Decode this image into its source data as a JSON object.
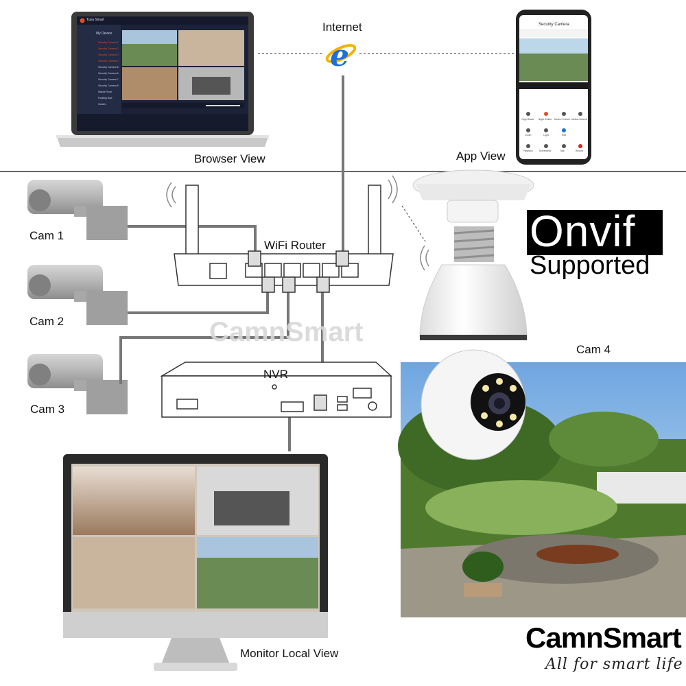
{
  "labels": {
    "internet": "Internet",
    "browser_view": "Browser View",
    "app_view": "App View",
    "cam1": "Cam 1",
    "cam2": "Cam 2",
    "cam3": "Cam 3",
    "cam4": "Cam 4",
    "wifi_router": "WiFi Router",
    "nvr": "NVR",
    "monitor_local_view": "Monitor Local View"
  },
  "badge": {
    "title": "Onvif",
    "subtitle": "Supported"
  },
  "brand": {
    "name": "CamnSmart",
    "tagline": "All for smart life",
    "watermark": "CamnSmart"
  },
  "browser_screen": {
    "app_name": "Tuya Smart",
    "menu_header": "My Device",
    "menu_items": [
      "Security Camera 1",
      "Security Camera 2",
      "Security Camera 3",
      "Security Camera 4",
      "Security Camera 5",
      "Security Camera 6",
      "Security Camera 7",
      "Security Camera 8",
      "Nature Scan",
      "Floating Nad",
      "Garden"
    ]
  },
  "phone_screen": {
    "title": "Security Camera",
    "controls": [
      "Night Mode",
      "Night Switch",
      "Motion Tracking",
      "Motion Detection",
      "Zoom",
      "Light",
      "Edit",
      "Playback",
      "Screenshot",
      "Talk",
      "Record"
    ]
  },
  "colors": {
    "ie_blue": "#1e6fd9",
    "ie_ring": "#f2b200",
    "screen_dark": "#1b2238",
    "garden_green": "#4f7a2e"
  }
}
